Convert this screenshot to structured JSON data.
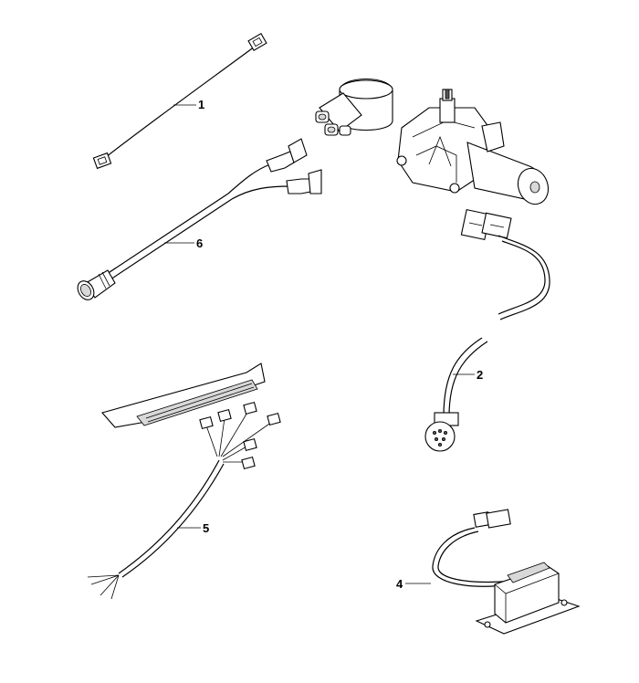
{
  "diagram": {
    "background": "#ffffff",
    "line_color": "#000000",
    "callouts": [
      {
        "id": "1",
        "label": "1"
      },
      {
        "id": "6",
        "label": "6"
      },
      {
        "id": "2",
        "label": "2"
      },
      {
        "id": "5",
        "label": "5"
      },
      {
        "id": "4",
        "label": "4"
      }
    ]
  }
}
